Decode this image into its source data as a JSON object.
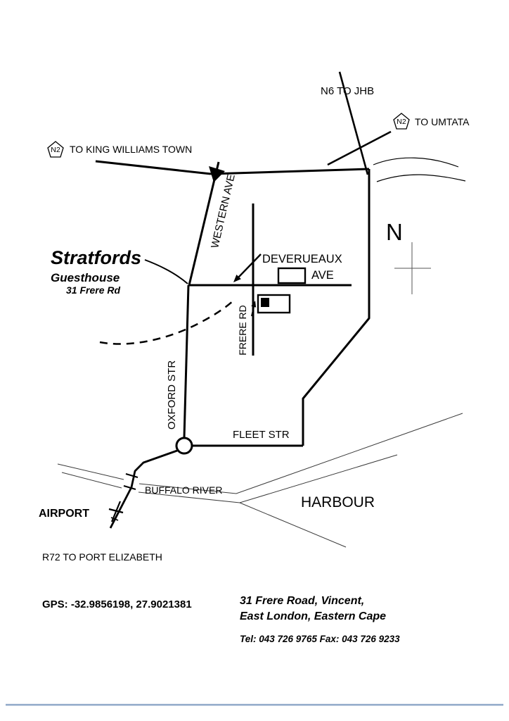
{
  "labels": {
    "n6_jhb": "N6  TO JHB",
    "to_umtata": "TO UMTATA",
    "to_king_williams_town": "TO  KING WILLIAMS TOWN",
    "route_shield": "N2",
    "western_ave": "WESTERN AVE",
    "deverueaux": "DEVERUEAUX",
    "ave": "AVE",
    "frere_rd": "FRERE RD",
    "oxford_str": "OXFORD STR",
    "fleet_str": "FLEET STR",
    "buffalo_river": "BUFFALO RIVER",
    "harbour": "HARBOUR",
    "airport": "AIRPORT",
    "r72_port_elizabeth": "R72  TO PORT ELIZABETH",
    "compass_north": "N"
  },
  "guesthouse": {
    "name": "Stratfords",
    "subtitle": "Guesthouse",
    "street": "31 Frere Rd"
  },
  "footer": {
    "gps": "GPS: -32.9856198, 27.9021381",
    "address_line1": "31 Frere Road, Vincent,",
    "address_line2": "East London, Eastern Cape",
    "contact": "Tel: 043 726 9765 Fax: 043 726 9233"
  },
  "colors": {
    "road": "#000000",
    "river": "#3a3a3a",
    "divider": "#8fa8c8"
  }
}
